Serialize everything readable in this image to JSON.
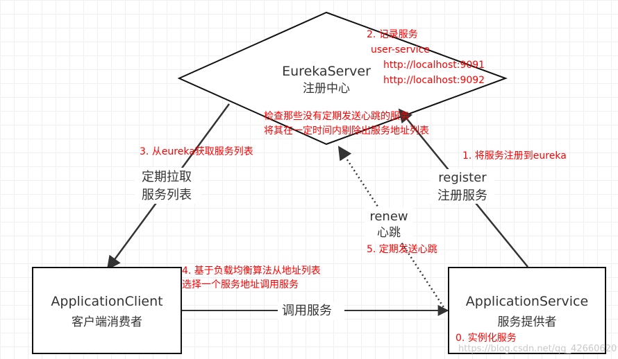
{
  "server": {
    "name": "EurekaServer",
    "subtitle": "注册中心"
  },
  "client": {
    "name": "ApplicationClient",
    "subtitle": "客户端消费者"
  },
  "service": {
    "name": "ApplicationService",
    "subtitle": "服务提供者"
  },
  "edges": {
    "fetch": {
      "line1": "定期拉取",
      "line2": "服务列表"
    },
    "register": {
      "line1": "register",
      "line2": "注册服务"
    },
    "renew": {
      "line1": "renew",
      "line2": "心跳"
    },
    "invoke": {
      "label": "调用服务"
    }
  },
  "notes": {
    "record": {
      "line1": "2. 记录服务",
      "line2": "user-service",
      "line3": "http://localhost:9091",
      "line4": "http://localhost:9092"
    },
    "check": {
      "line1": "检查那些没有定期发送心跳的服务",
      "line2": "将其在一定时间内剔除出服务地址列表"
    },
    "fetch": "3. 从eureka获取服务列表",
    "register": "1. 将服务注册到eureka",
    "heartbeat": "5. 定期发送心跳",
    "balance": {
      "line1": "4. 基于负载均衡算法从地址列表",
      "line2": "选择一个服务地址调用服务"
    },
    "instantiate": "0. 实例化服务"
  },
  "watermark": "https://blog.csdn.net/qq_42660620",
  "colors": {
    "annotation": "#ff0000",
    "line": "#333333"
  }
}
